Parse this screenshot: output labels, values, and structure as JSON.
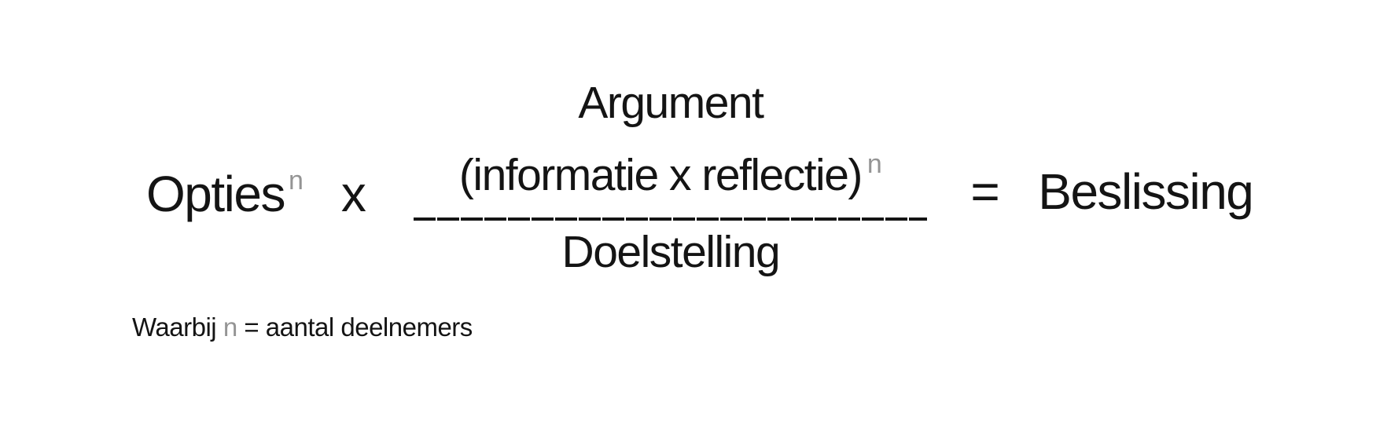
{
  "formula": {
    "term_left": "Opties",
    "term_left_sup": "n",
    "operator_times": "x",
    "numerator_label": "Argument",
    "numerator": "(informatie x reflectie)",
    "numerator_sup": "n",
    "denominator": "Doelstelling",
    "operator_equals": "=",
    "result": "Beslissing"
  },
  "note": {
    "prefix": "Waarbij ",
    "variable": "n",
    "suffix": " = aantal deelnemers"
  },
  "colors": {
    "background": "#ffffff",
    "text": "#141414",
    "variable_gray": "#949494"
  }
}
